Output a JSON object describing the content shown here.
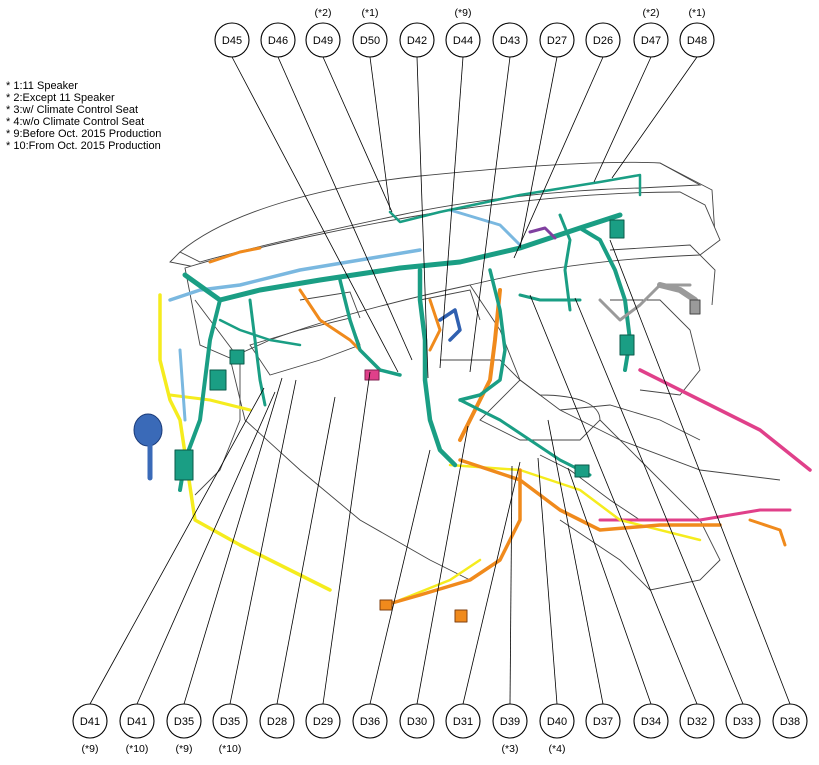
{
  "notes": [
    "* 1:11 Speaker",
    "* 2:Except 11 Speaker",
    "* 3:w/ Climate Control Seat",
    "* 4:w/o Climate Control Seat",
    "* 9:Before Oct. 2015 Production",
    "* 10:From Oct. 2015 Production"
  ],
  "top_connectors": [
    {
      "id": "D45",
      "cond": ""
    },
    {
      "id": "D46",
      "cond": ""
    },
    {
      "id": "D49",
      "cond": "(*2)"
    },
    {
      "id": "D50",
      "cond": "(*1)"
    },
    {
      "id": "D42",
      "cond": ""
    },
    {
      "id": "D44",
      "cond": "(*9)"
    },
    {
      "id": "D43",
      "cond": ""
    },
    {
      "id": "D27",
      "cond": ""
    },
    {
      "id": "D26",
      "cond": ""
    },
    {
      "id": "D47",
      "cond": "(*2)"
    },
    {
      "id": "D48",
      "cond": "(*1)"
    }
  ],
  "bottom_connectors": [
    {
      "id": "D41",
      "cond": "(*9)"
    },
    {
      "id": "D41",
      "cond": "(*10)"
    },
    {
      "id": "D35",
      "cond": "(*9)"
    },
    {
      "id": "D35",
      "cond": "(*10)"
    },
    {
      "id": "D28",
      "cond": ""
    },
    {
      "id": "D29",
      "cond": ""
    },
    {
      "id": "D36",
      "cond": ""
    },
    {
      "id": "D30",
      "cond": ""
    },
    {
      "id": "D31",
      "cond": ""
    },
    {
      "id": "D39",
      "cond": "(*3)"
    },
    {
      "id": "D40",
      "cond": "(*4)"
    },
    {
      "id": "D37",
      "cond": ""
    },
    {
      "id": "D34",
      "cond": ""
    },
    {
      "id": "D32",
      "cond": ""
    },
    {
      "id": "D33",
      "cond": ""
    },
    {
      "id": "D38",
      "cond": ""
    }
  ],
  "colors": {
    "teal": "#1a9e84",
    "orange": "#f08a1c",
    "yellow": "#f5ec1e",
    "blue": "#7ab8e0",
    "dark_blue": "#3060b0",
    "pink": "#e0408a",
    "purple": "#8040a0",
    "grey": "#9a9a9a"
  }
}
